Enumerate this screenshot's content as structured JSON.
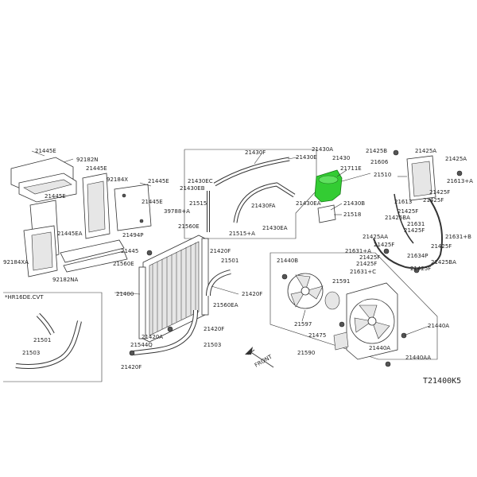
{
  "diagram": {
    "reference_code": "T21400K5",
    "front_label": "FRONT",
    "inset_label": "*HR16DE.CVT",
    "highlight_color": "#33cc33",
    "line_color": "#333333",
    "labels": {
      "l21445E_a": "21445E",
      "l92182N": "92182N",
      "l21445E_b": "21445E",
      "l92184X": "92184X",
      "l21445E_c": "21445E",
      "l21445E_d": "21445E",
      "l21445E_e": "21445E",
      "l21445EA": "21445EA",
      "l92184XA": "92184XA",
      "l92182NA": "92182NA",
      "l21494P": "21494P",
      "l21430F": "21430F",
      "l21430EC": "21430EC",
      "l21430EB": "21430EB",
      "l21515": "21515",
      "l39788A": "39788+A",
      "l21560E": "21560E",
      "l21430FA": "21430FA",
      "l21430EA": "21430EA",
      "l21515A": "21515+A",
      "l21430A": "21430A",
      "l21430E": "21430E",
      "l21430": "21430",
      "l21711E": "21711E",
      "l21430B": "21430B",
      "l21518": "21518",
      "l21425B": "21425B",
      "l21425A_a": "21425A",
      "l21606": "21606",
      "l21425A_b": "21425A",
      "l21510": "21510",
      "l21613A_a": "21613+A",
      "l21425F_a": "21425F",
      "l21613": "21613",
      "l21425F_b": "21425F",
      "l21425BA_a": "21425BA",
      "l21425F_c": "21425F",
      "l21631": "21631",
      "l21425F_d": "21425F",
      "l21425AA": "21425AA",
      "l21425F_e": "21425F",
      "l21631B": "21631+B",
      "l21631A": "21631+A",
      "l21425F_f": "21425F",
      "l21634P": "21634P",
      "l21425F_g": "21425F",
      "l21425F_h": "21425F",
      "l21425BA_b": "21425BA",
      "l21631C": "21631+C",
      "l21425F_i": "21425F",
      "l21445": "21445",
      "l21560E_b": "21560E",
      "l21420F_a": "21420F",
      "l21501": "21501",
      "l21400": "21400",
      "l21420F_b": "21420F",
      "l21560EA": "21560EA",
      "l21420F_c": "21420F",
      "l21420A": "21420A",
      "l21544Q": "21544Q",
      "l21503": "21503",
      "l21420F_d": "21420F",
      "l21440B": "21440B",
      "l21591": "21591",
      "l21597": "21597",
      "l21475": "21475",
      "l21590": "21590",
      "l21440A": "21440A",
      "l21440A_b": "21440A",
      "l21440AA": "21440AA",
      "i21501": "21501",
      "i21503": "21503"
    }
  }
}
